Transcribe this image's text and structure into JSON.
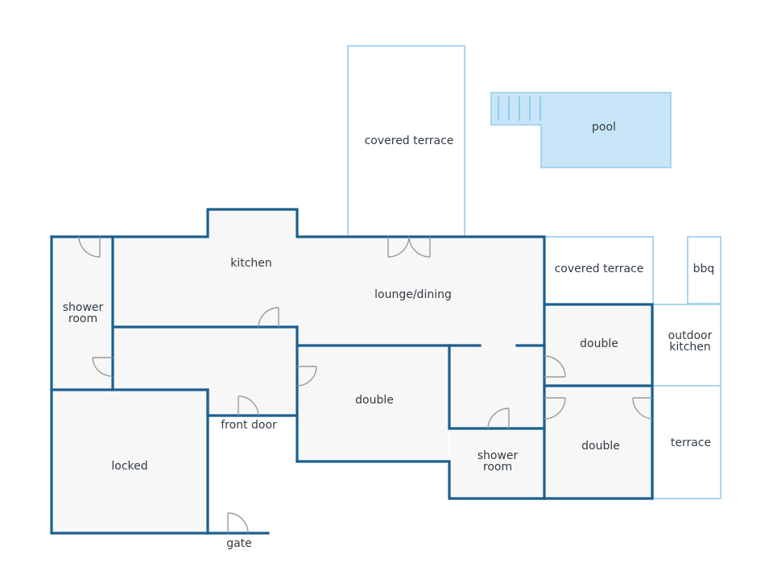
{
  "colors": {
    "wall": "#1b5f8f",
    "exterior_outline": "#a9d4ef",
    "pool_fill": "#c7e5f7",
    "floor": "#f7f7f7",
    "label_text": "#333b44",
    "door_swing": "#9a9a9a"
  },
  "rooms": {
    "covered_terrace_top": "covered terrace",
    "pool": "pool",
    "kitchen": "kitchen",
    "lounge_dining": "lounge/dining",
    "covered_terrace_right": "covered terrace",
    "bbq": "bbq",
    "shower_room_left_line1": "shower",
    "shower_room_left_line2": "room",
    "double_right_top": "double",
    "outdoor_kitchen_line1": "outdoor",
    "outdoor_kitchen_line2": "kitchen",
    "double_center": "double",
    "front_door": "front door",
    "terrace": "terrace",
    "double_right_bottom": "double",
    "shower_room_center_line1": "shower",
    "shower_room_center_line2": "room",
    "locked": "locked",
    "gate": "gate"
  }
}
